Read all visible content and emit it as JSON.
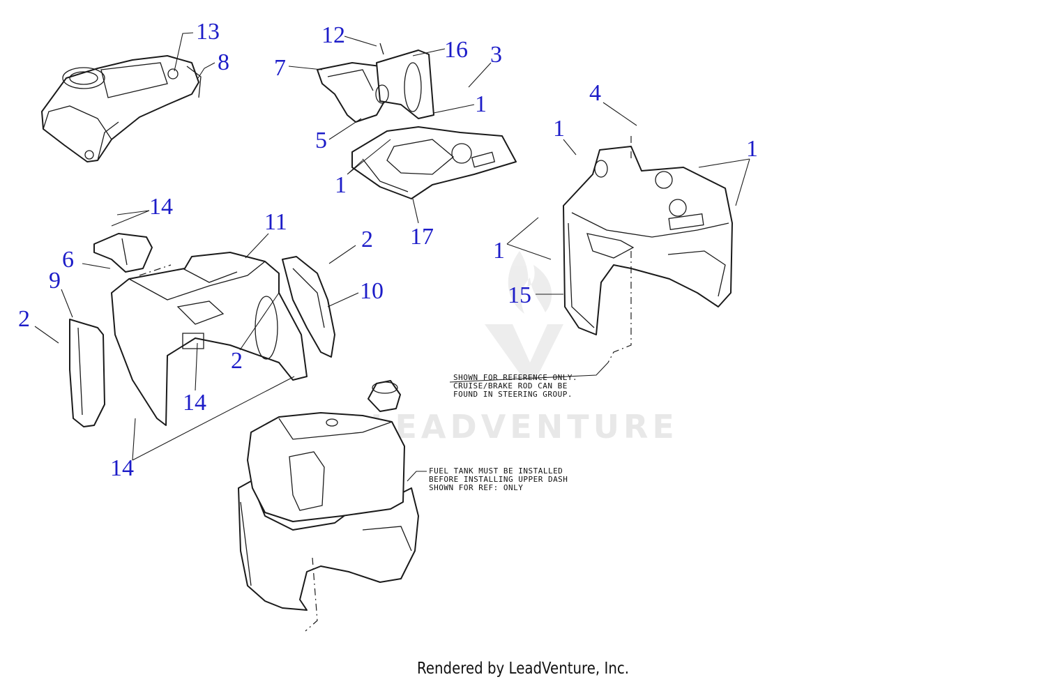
{
  "watermark": {
    "brand": "LEADVENTURE"
  },
  "footer": {
    "credit": "Rendered by LeadVenture, Inc."
  },
  "notes": {
    "reference": [
      "SHOWN FOR REFERENCE ONLY.",
      "CRUISE/BRAKE ROD CAN BE",
      "FOUND IN STEERING GROUP."
    ],
    "fuel_tank": [
      "FUEL TANK MUST BE INSTALLED",
      "BEFORE INSTALLING UPPER DASH",
      "SHOWN FOR REF: ONLY"
    ]
  },
  "callouts": [
    "13",
    "8",
    "12",
    "16",
    "3",
    "7",
    "1",
    "5",
    "1",
    "17",
    "4",
    "1",
    "1",
    "1",
    "14",
    "11",
    "2",
    "6",
    "9",
    "10",
    "2",
    "2",
    "14",
    "14",
    "15"
  ],
  "colors": {
    "callout": "#1c1cc8",
    "line": "#1a1a1a",
    "watermark": "#e6e6e6"
  }
}
